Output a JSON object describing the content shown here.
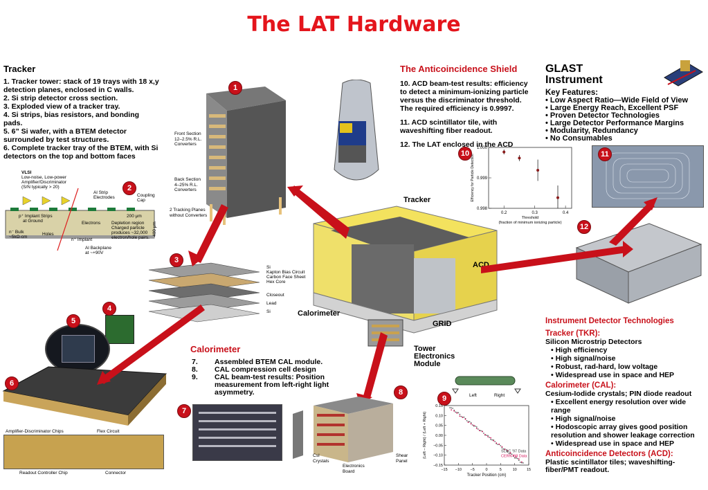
{
  "title": "The LAT Hardware",
  "tracker": {
    "heading": "Tracker",
    "items": [
      "1. Tracker tower: stack of 19 trays with 18 x,y detection planes, enclosed in C walls.",
      "2. Si strip detector cross section.",
      "3. Exploded view of a tracker tray.",
      "4. Si strips, bias resistors, and bonding pads.",
      "5. 6” Si wafer, with a BTEM detector surrounded by test structures.",
      "6. Complete tracker tray of the BTEM, with Si detectors on the top and bottom faces"
    ],
    "tower_labels": {
      "front": "Front Section\n12–2.5% R.L.\nConverters",
      "back": "Back Section\n4–25% R.L.\nConverters",
      "planes": "2 Tracking Planes\nwithout Converters"
    },
    "cross_section": {
      "vlsi": "VLSI",
      "vlsi_desc1": "Low-noise, Low-power",
      "vlsi_desc2": "Amplifier/Discriminator",
      "vlsi_desc3": "(S/N typically > 20)",
      "al_strip": "Al Strip",
      "electrodes": "Electrodes",
      "coupling": "Coupling",
      "cap": "Cap",
      "um200": "200 μm",
      "implant": "p⁺ Implant Strips",
      "ground": "at Ground",
      "electrons": "Electrons",
      "depletion": "Depletion region",
      "charged": "Charged particle",
      "produces": "produces ~32,000",
      "pairs": "electron/hole pairs.",
      "nbulk": "n⁻ Bulk",
      "kohm": "~5kΩ-cm",
      "holes": "Holes",
      "nimplant": "n⁺ Implant",
      "backplane": "Al Backplane",
      "volt": "at ~+90V",
      "um400": "400 μm"
    },
    "tray_layers": [
      "Si",
      "Kapton Bias Circuit",
      "Carbon Face Sheet",
      "Hex Core",
      "Closeout",
      "Lead",
      "Si"
    ],
    "tray6_labels": {
      "amp": "Amplifier-Discriminator Chips",
      "flex": "Flex Circuit",
      "readout": "Readout Controller Chip",
      "connector": "Connector"
    }
  },
  "acd": {
    "heading": "The Anticoincidence Shield",
    "items": [
      "10. ACD beam-test results: efficiency to detect a minimum-ionizing particle versus the discriminator threshold. The required efficiency is 0.9997.",
      "11. ACD scintillator tile, with waveshifting fiber readout.",
      "12. The LAT enclosed in the ACD"
    ]
  },
  "glast": {
    "heading1": "GLAST",
    "heading2": "Instrument",
    "features_title": "Key Features:",
    "features": [
      "Low Aspect Ratio—Wide Field of View",
      "Large Energy Reach, Excellent PSF",
      "Proven Detector Technologies",
      "Large Detector Performance Margins",
      "Modularity, Redundancy",
      "No Consumables"
    ]
  },
  "central_labels": {
    "tracker": "Tracker",
    "acd": "ACD",
    "calorimeter": "Calorimeter",
    "grid": "GRID",
    "tower1": "Tower",
    "tower2": "Electronics",
    "tower3": "Module"
  },
  "calorimeter": {
    "heading": "Calorimeter",
    "items": [
      {
        "num": "7.",
        "text": "Assembled BTEM CAL module."
      },
      {
        "num": "8.",
        "text": "CAL compression cell design"
      },
      {
        "num": "9.",
        "text": "CAL beam-test results: Position measurement from left-right light asymmetry."
      }
    ],
    "cell_labels": {
      "csi": "CsI\nCrystals",
      "board": "Electronics\nBoard",
      "shear": "Shear\nPanel"
    }
  },
  "badges": [
    "1",
    "2",
    "3",
    "4",
    "5",
    "6",
    "7",
    "8",
    "9",
    "10",
    "11",
    "12"
  ],
  "tech": {
    "heading": "Instrument Detector Technologies",
    "tkr_title": "Tracker (TKR):",
    "tkr_sub": "Silicon Microstrip Detectors",
    "tkr_items": [
      "High efficiency",
      "High signal/noise",
      "Robust, rad-hard, low voltage",
      "Widespread use in space and HEP"
    ],
    "cal_title": "Calorimeter (CAL):",
    "cal_sub": "Cesium-Iodide crystals; PIN diode readout",
    "cal_items": [
      "Excellent energy resolution  over wide range",
      "High signal/noise",
      "Hodoscopic array gives good position resolution and shower leakage correction",
      "Widespread use in space and HEP"
    ],
    "acd_title": "Anticoincidence Detectors (ACD):",
    "acd_sub": "Plastic scintillator tiles; waveshifting-fiber/PMT readout."
  },
  "chart_data": [
    {
      "type": "scatter",
      "title": "",
      "xlabel": "Threshold\n(fraction of minimum ionizing particle)",
      "ylabel": "Efficiency for Particle Detection",
      "xlim": [
        0.15,
        0.42
      ],
      "ylim": [
        0.998,
        1.0
      ],
      "xticks": [
        "0.2",
        "0.3",
        "0.4"
      ],
      "yticks": [
        "1.000",
        "0.999",
        "0.998"
      ],
      "points": [
        {
          "x": 0.2,
          "y": 0.99985,
          "err": 8e-05
        },
        {
          "x": 0.25,
          "y": 0.99965,
          "err": 0.0001
        },
        {
          "x": 0.31,
          "y": 0.99925,
          "err": 0.00035
        },
        {
          "x": 0.375,
          "y": 0.99835,
          "err": 0.0004
        }
      ]
    },
    {
      "type": "scatter",
      "xlabel": "Tracker Position  (cm)",
      "ylabel": "(Left – Right) / (Left + Right)",
      "xlim": [
        -15,
        15
      ],
      "ylim": [
        -0.15,
        0.15
      ],
      "xticks": [
        "−15",
        "−10",
        "−5",
        "0",
        "5",
        "10",
        "15"
      ],
      "yticks": [
        "0.15",
        "0.10",
        "0.05",
        "0.00",
        "−0.05",
        "−0.10",
        "−0.15"
      ],
      "series": [
        {
          "name": "SLAC '97 Data",
          "color": "#666666"
        },
        {
          "name": "CERN '98 Data",
          "color": "#d4145a"
        }
      ],
      "diagram_labels": {
        "left": "Left",
        "right": "Right"
      }
    }
  ]
}
